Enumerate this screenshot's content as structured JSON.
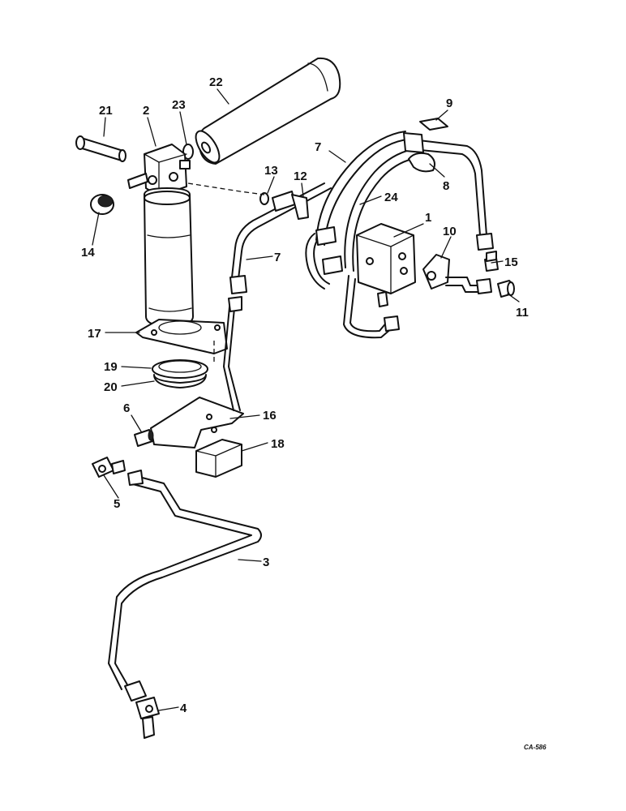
{
  "diagram": {
    "callouts": [
      "1",
      "2",
      "3",
      "4",
      "5",
      "6",
      "7",
      "7",
      "8",
      "9",
      "10",
      "11",
      "12",
      "13",
      "14",
      "15",
      "16",
      "17",
      "18",
      "19",
      "20",
      "21",
      "22",
      "23",
      "24"
    ],
    "drawing_code": "CA-586"
  }
}
